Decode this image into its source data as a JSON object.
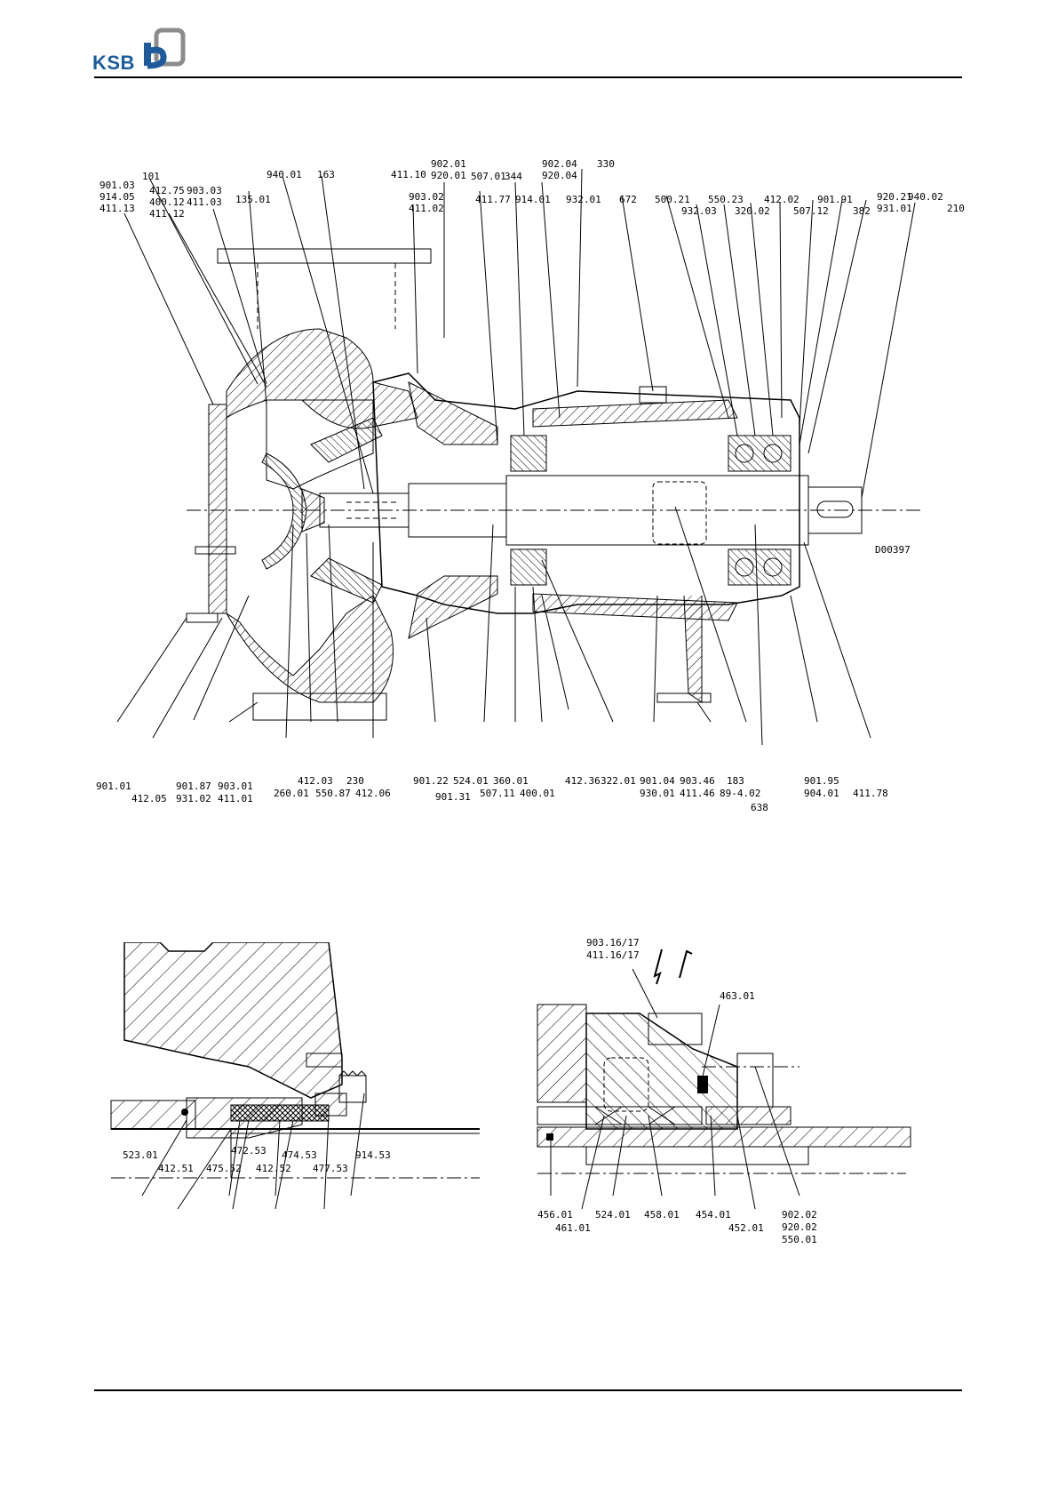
{
  "brand": {
    "name": "KSB",
    "color": "#1d5b9c",
    "accent": "#8c8c8c"
  },
  "drawing_number": "D00397",
  "main_drawing": {
    "labels_top": [
      "901.03",
      "914.05",
      "411.13",
      "101",
      "412.75",
      "400.12",
      "411.12",
      "903.03",
      "411.03",
      "135.01",
      "940.01",
      "163",
      "411.10",
      "902.01",
      "920.01",
      "903.02",
      "411.02",
      "507.01",
      "344",
      "411.77",
      "914.01",
      "902.04",
      "920.04",
      "932.01",
      "330",
      "672",
      "500.21",
      "932.03",
      "550.23",
      "320.02",
      "412.02",
      "507.12",
      "901.91",
      "382",
      "920.21",
      "931.01",
      "940.02",
      "210"
    ],
    "labels_bottom": [
      "901.01",
      "412.05",
      "901.87",
      "931.02",
      "903.01",
      "411.01",
      "260.01",
      "412.03",
      "550.87",
      "230",
      "412.06",
      "901.22",
      "901.31",
      "524.01",
      "507.11",
      "360.01",
      "400.01",
      "412.36",
      "322.01",
      "901.04",
      "930.01",
      "903.46",
      "411.46",
      "183",
      "89-4.02",
      "638",
      "901.95",
      "904.01",
      "411.78"
    ]
  },
  "detail_left": {
    "labels": [
      "523.01",
      "412.51",
      "472.53",
      "475.52",
      "474.53",
      "412.52",
      "914.53",
      "477.53"
    ]
  },
  "detail_right": {
    "labels": [
      "903.16/17",
      "411.16/17",
      "463.01",
      "456.01",
      "461.01",
      "524.01",
      "458.01",
      "454.01",
      "452.01",
      "902.02",
      "920.02",
      "550.01"
    ]
  }
}
